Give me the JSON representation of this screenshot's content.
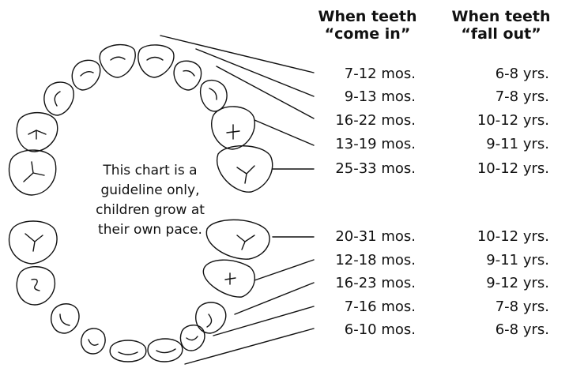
{
  "headers": {
    "come_in": [
      "When teeth",
      "“come in”"
    ],
    "fall_out": [
      "When teeth",
      "“fall out”"
    ]
  },
  "note": [
    "This chart is a",
    "guideline only,",
    "children grow at",
    "their own pace."
  ],
  "upper_teeth": [
    {
      "come_in": "7-12 mos.",
      "fall_out": "6-8 yrs."
    },
    {
      "come_in": "9-13 mos.",
      "fall_out": "7-8 yrs."
    },
    {
      "come_in": "16-22 mos.",
      "fall_out": "10-12 yrs."
    },
    {
      "come_in": "13-19 mos.",
      "fall_out": "9-11 yrs."
    },
    {
      "come_in": "25-33 mos.",
      "fall_out": "10-12 yrs."
    }
  ],
  "lower_teeth": [
    {
      "come_in": "20-31 mos.",
      "fall_out": "10-12 yrs."
    },
    {
      "come_in": "12-18 mos.",
      "fall_out": "9-11 yrs."
    },
    {
      "come_in": "16-23 mos.",
      "fall_out": "9-12 yrs."
    },
    {
      "come_in": "7-16 mos.",
      "fall_out": "7-8 yrs."
    },
    {
      "come_in": "6-10 mos.",
      "fall_out": "6-8 yrs."
    }
  ]
}
